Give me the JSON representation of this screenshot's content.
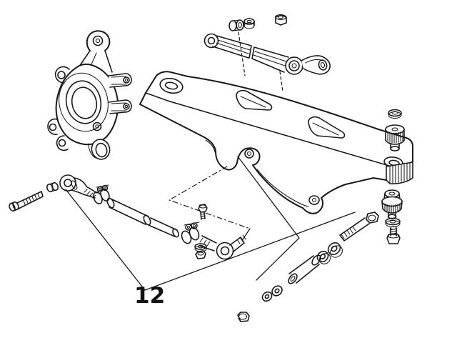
{
  "figure": {
    "callout_label": "12",
    "background": "#ffffff",
    "ink": "#1a1a1a"
  },
  "parts": [
    "wheel-knuckle",
    "upper-control-arm-front-section",
    "upper-control-arm-rear-section",
    "arm-pivot-bushing",
    "arm-washer",
    "arm-lock-nut",
    "subframe-crossmember",
    "upper-mount-washer",
    "upper-mount-bushing",
    "lower-mount-bushing",
    "lower-mount-washer",
    "lower-mount-bolt",
    "pivot-bolt-long",
    "pivot-flange-nut",
    "pivot-washer",
    "spacer-tube",
    "spacer-washers",
    "bottom-lock-nut",
    "tie-rod-bolt",
    "tie-rod-spacer",
    "tie-rod-end-outer",
    "tie-rod-clamp-front",
    "tie-rod-adjuster-sleeve",
    "tie-rod-clamp-rear",
    "tie-rod-end-inner",
    "clamp-bolt",
    "clamp-washer",
    "clamp-nut"
  ]
}
